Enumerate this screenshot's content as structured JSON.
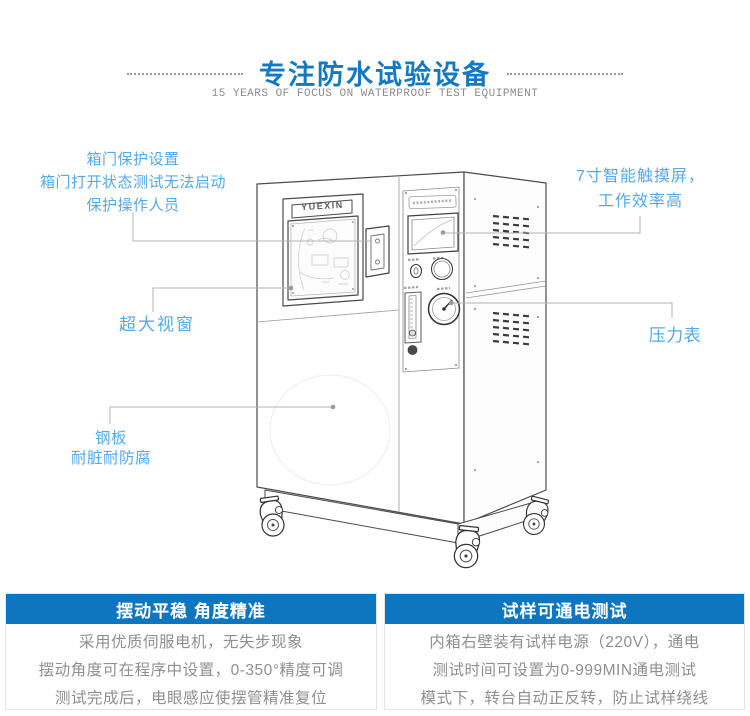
{
  "header": {
    "title": "专注防水试验设备",
    "subtitle": "15 YEARS OF FOCUS ON WATERPROOF TEST EQUIPMENT"
  },
  "machine": {
    "brand": "YUEXIN"
  },
  "callouts": {
    "door_protection": {
      "line1": "箱门保护设置",
      "line2": "箱门打开状态测试无法启动",
      "line3": "保护操作人员"
    },
    "touch_screen": {
      "line1": "7寸智能触摸屏，",
      "line2": "工作效率高"
    },
    "window": {
      "label": "超大视窗"
    },
    "pressure_gauge": {
      "label": "压力表"
    },
    "steel_plate": {
      "line1": "钢板",
      "line2": "耐脏耐防腐"
    }
  },
  "features": {
    "left": {
      "title": "摆动平稳 角度精准",
      "line1": "采用优质伺服电机，无失步现象",
      "line2": "摆动角度可在程序中设置，0-350°精度可调",
      "line3": "测试完成后，电眼感应使摆管精准复位"
    },
    "right": {
      "title": "试样可通电测试",
      "line1": "内箱右壁装有试样电源（220V），通电",
      "line2": "测试时间可设置为0-999MIN通电测试",
      "line3": "模式下，转台自动正反转，防止试样绕线"
    }
  },
  "colors": {
    "brand_blue": "#0d76bf",
    "title_blue": "#1279c2",
    "callout_blue": "#54a9e8",
    "body_gray": "#8f8f8f"
  }
}
